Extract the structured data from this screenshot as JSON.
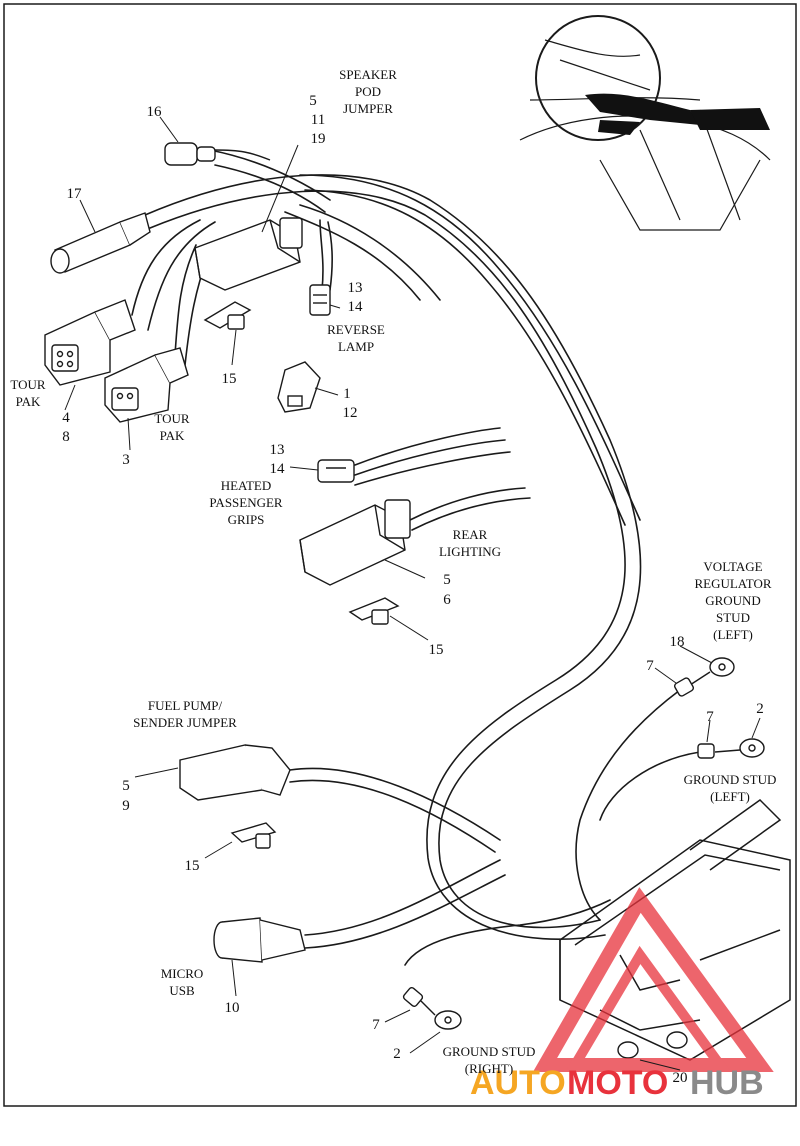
{
  "diagram": {
    "labels": {
      "speaker_pod_jumper": [
        "SPEAKER",
        "POD",
        "JUMPER"
      ],
      "reverse_lamp": [
        "REVERSE",
        "LAMP"
      ],
      "tour_pak_left": [
        "TOUR",
        "PAK"
      ],
      "tour_pak_right": [
        "TOUR",
        "PAK"
      ],
      "heated_passenger_grips": [
        "HEATED",
        "PASSENGER",
        "GRIPS"
      ],
      "rear_lighting": [
        "REAR",
        "LIGHTING"
      ],
      "voltage_regulator_ground_stud": [
        "VOLTAGE",
        "REGULATOR",
        "GROUND",
        "STUD",
        "(LEFT)"
      ],
      "ground_stud_left": [
        "GROUND STUD",
        "(LEFT)"
      ],
      "fuel_pump_sender_jumper": [
        "FUEL PUMP/",
        "SENDER JUMPER"
      ],
      "micro_usb": [
        "MICRO",
        "USB"
      ],
      "ground_stud_right": [
        "GROUND STUD",
        "(RIGHT)"
      ]
    },
    "callouts": {
      "c16": "16",
      "c17": "17",
      "c5_11_19": [
        "5",
        "11",
        "19"
      ],
      "c13_14_top": [
        "13",
        "14"
      ],
      "c4_8": [
        "4",
        "8"
      ],
      "c3": "3",
      "c15_a": "15",
      "c1_12": [
        "1",
        "12"
      ],
      "c13_14_mid": [
        "13",
        "14"
      ],
      "c5_6": [
        "5",
        "6"
      ],
      "c15_b": "15",
      "c18": "18",
      "c7_a": "7",
      "c7_b": "7",
      "c2_a": "2",
      "c5_9": [
        "5",
        "9"
      ],
      "c15_c": "15",
      "c10": "10",
      "c7_c": "7",
      "c2_b": "2",
      "c20": "20"
    },
    "watermark": {
      "text_auto": "AUTO",
      "text_moto": "MOTO",
      "text_hub": "HUB",
      "color_red": "#e8323c",
      "color_orange": "#f5a623",
      "color_gray": "#8a8a8a"
    },
    "colors": {
      "line": "#1a1a1a",
      "frame": "#1a1a1a"
    }
  }
}
